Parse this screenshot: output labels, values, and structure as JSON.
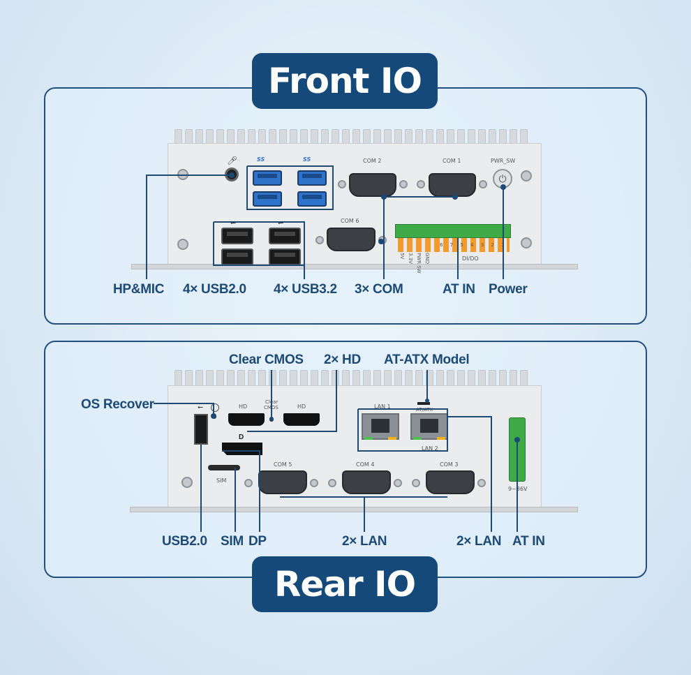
{
  "front": {
    "title": "Front IO",
    "callouts": {
      "hp_mic": "HP&MIC",
      "usb2": "4× USB2.0",
      "usb3": "4× USB3.2",
      "com": "3× COM",
      "at_in": "AT IN",
      "power": "Power"
    },
    "device_labels": {
      "com2": "COM 2",
      "com1": "COM 1",
      "com6": "COM 6",
      "pwr_sw": "PWR_SW",
      "dido": "DI/DO",
      "usb3_logo": "SS",
      "pin_5v": "5V",
      "pin_33v": "3.3V",
      "pin_pwr_sw": "PWR SW",
      "pin_gnd": "GND",
      "pin_numbers": "6 7 5 4 3 2 1"
    }
  },
  "rear": {
    "title": "Rear IO",
    "callouts": {
      "clear_cmos": "Clear CMOS",
      "hd": "2× HD",
      "at_atx": "AT-ATX Model",
      "os_recover": "OS Recover",
      "usb2": "USB2.0",
      "sim": "SIM",
      "dp": "DP",
      "lan_a": "2× LAN",
      "lan_b": "2× LAN",
      "at_in": "AT IN"
    },
    "device_labels": {
      "hd1": "HD",
      "hd2": "HD",
      "clear": "Clear",
      "cmos": "CMOS",
      "lan1": "LAN 1",
      "lan2": "LAN 2",
      "at_atx": "AT/ATX",
      "com5": "COM 5",
      "com4": "COM 4",
      "com3": "COM 3",
      "sim": "SIM",
      "voltage": "9~36V"
    }
  },
  "colors": {
    "accent": "#14497a",
    "callout_text": "#1c4a75",
    "usb3_blue": "#2f72c9",
    "terminal_green": "#3faa48"
  }
}
